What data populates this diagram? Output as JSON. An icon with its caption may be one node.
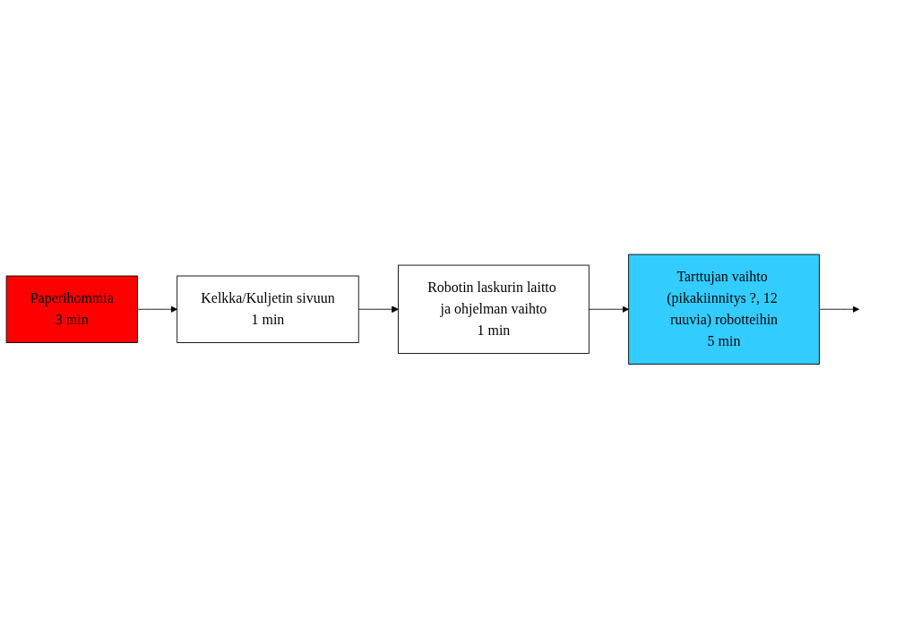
{
  "diagram": {
    "nodes": [
      {
        "text": [
          "Paperihommia",
          "3 min"
        ]
      },
      {
        "text": [
          "Kelkka/Kuljetin sivuun",
          "1 min"
        ]
      },
      {
        "text": [
          "Robotin laskurin laitto ja ohjelman vaihto",
          "1 min"
        ]
      },
      {
        "text": [
          "Tarttujan vaihto (pikakiinnitys ?, 12 ruuvia) robotteihin",
          "5 min"
        ]
      }
    ],
    "edges": [
      {
        "from": 0,
        "to": 1,
        "arrow": "to"
      },
      {
        "from": 1,
        "to": 2,
        "arrow": "to"
      },
      {
        "from": 2,
        "to": 3,
        "arrow": "to"
      },
      {
        "from": 3,
        "to": null,
        "arrow": "to"
      }
    ]
  }
}
